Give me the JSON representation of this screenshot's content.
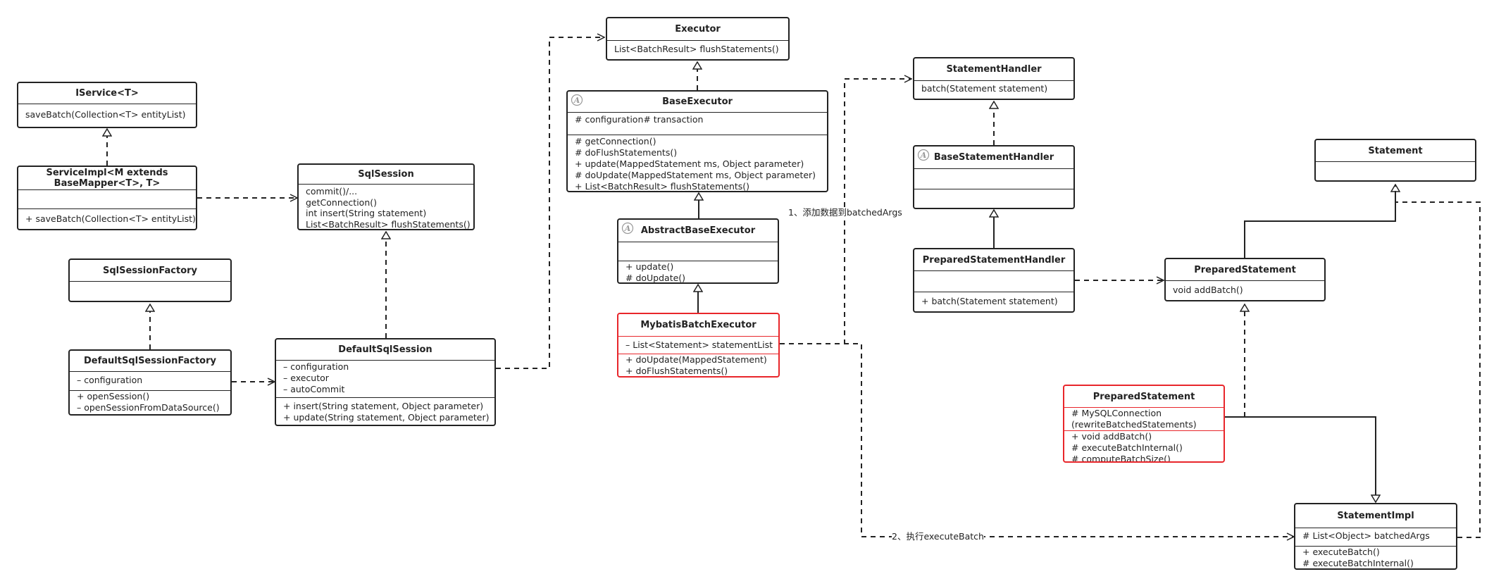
{
  "classes": {
    "iservice": {
      "name": "IService<T>",
      "methods": [
        "saveBatch(Collection<T> entityList)"
      ]
    },
    "serviceimpl": {
      "name": "ServiceImpl<M extends BaseMapper<T>, T>",
      "fields": [],
      "methods": [
        "+ saveBatch(Collection<T> entityList)"
      ]
    },
    "sqlsession": {
      "name": "SqlSession",
      "methods": [
        "commit()/...",
        "getConnection()",
        "int insert(String statement)",
        "List<BatchResult> flushStatements()"
      ]
    },
    "sqlsessionfactory": {
      "name": "SqlSessionFactory"
    },
    "defaultsqlsessionfactory": {
      "name": "DefaultSqlSessionFactory",
      "fields": [
        "– configuration"
      ],
      "methods": [
        "+ openSession()",
        "– openSessionFromDataSource()"
      ]
    },
    "defaultsqlsession": {
      "name": "DefaultSqlSession",
      "fields": [
        "– configuration",
        "– executor",
        "– autoCommit"
      ],
      "methods": [
        "+ insert(String statement, Object parameter)",
        "+ update(String statement, Object parameter)"
      ]
    },
    "executor": {
      "name": "Executor",
      "methods": [
        "List<BatchResult> flushStatements()"
      ]
    },
    "baseexecutor": {
      "name": "BaseExecutor",
      "fields": [
        "# configuration# transaction"
      ],
      "methods": [
        "# getConnection()",
        "# doFlushStatements()",
        "+ update(MappedStatement ms, Object parameter)",
        "# doUpdate(MappedStatement ms, Object parameter)",
        "+ List<BatchResult> flushStatements()"
      ]
    },
    "abstractbaseexecutor": {
      "name": "AbstractBaseExecutor",
      "fields": [],
      "methods": [
        "+ update()",
        "# doUpdate()"
      ]
    },
    "mybatisbatchexecutor": {
      "name": "MybatisBatchExecutor",
      "fields": [
        "– List<Statement> statementList"
      ],
      "methods": [
        "+ doUpdate(MappedStatement)",
        "+ doFlushStatements()"
      ]
    },
    "statementhandler": {
      "name": "StatementHandler",
      "methods": [
        "batch(Statement statement)"
      ]
    },
    "basestatementhandler": {
      "name": "BaseStatementHandler"
    },
    "preparedstatementhandler": {
      "name": "PreparedStatementHandler",
      "fields": [],
      "methods": [
        "+ batch(Statement statement)"
      ]
    },
    "statement": {
      "name": "Statement"
    },
    "preparedstatement_if": {
      "name": "PreparedStatement",
      "methods": [
        "void addBatch()"
      ]
    },
    "preparedstatement_impl": {
      "name": "PreparedStatement",
      "fields": [
        "# MySQLConnection",
        "(rewriteBatchedStatements)"
      ],
      "methods": [
        "+ void addBatch()",
        "# executeBatchInternal()",
        "# computeBatchSize()"
      ]
    },
    "statementimpl": {
      "name": "StatementImpl",
      "fields": [
        "# List<Object> batchedArgs"
      ],
      "methods": [
        "+ executeBatch()",
        "# executeBatchInternal()"
      ]
    }
  },
  "labels": {
    "add_data": "1、添加数据到batchedArgs",
    "execute_batch": "2、执行executeBatch"
  },
  "colors": {
    "highlight": "#e8262b",
    "line": "#222222"
  }
}
